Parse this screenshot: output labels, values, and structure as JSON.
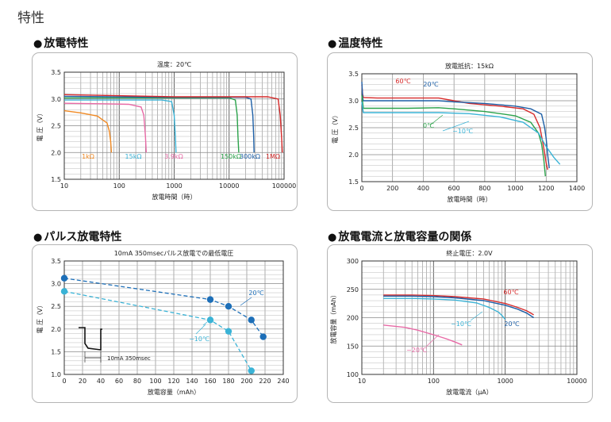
{
  "page_title": "特性",
  "sections": [
    {
      "bullet": "●",
      "title": "放電特性"
    },
    {
      "bullet": "●",
      "title": "温度特性"
    },
    {
      "bullet": "●",
      "title": "パルス放電特性"
    },
    {
      "bullet": "●",
      "title": "放電電流と放電容量の関係"
    }
  ],
  "chart_data": [
    {
      "type": "line",
      "title": "温度：20℃",
      "xlabel": "放電時間（時）",
      "ylabel": "電 圧（V）",
      "xscale": "log",
      "xlim": [
        10,
        100000
      ],
      "ylim": [
        1.5,
        3.5
      ],
      "x_ticks": [
        10,
        100,
        1000,
        10000,
        100000
      ],
      "x_tick_labels": [
        "10",
        "100",
        "1000",
        "10000",
        "100000"
      ],
      "y_ticks": [
        1.5,
        2.0,
        2.5,
        3.0,
        3.5
      ],
      "y_tick_labels": [
        "1.5",
        "2.0",
        "2.5",
        "3.0",
        "3.5"
      ],
      "grid": true,
      "series": [
        {
          "name": "1kΩ",
          "color": "#f08a24",
          "x": [
            10,
            20,
            40,
            60,
            66,
            70,
            72
          ],
          "y": [
            2.78,
            2.74,
            2.68,
            2.55,
            2.4,
            2.2,
            2.0
          ]
        },
        {
          "name": "3.9kΩ",
          "color": "#e86aa6",
          "x": [
            10,
            50,
            150,
            250,
            280,
            300,
            310
          ],
          "y": [
            2.92,
            2.91,
            2.9,
            2.85,
            2.7,
            2.3,
            2.0
          ]
        },
        {
          "name": "15kΩ",
          "color": "#3ab3d6",
          "x": [
            10,
            100,
            600,
            900,
            1000,
            1050,
            1080
          ],
          "y": [
            2.98,
            2.98,
            2.98,
            2.95,
            2.7,
            2.3,
            2.0
          ]
        },
        {
          "name": "150kΩ",
          "color": "#2aa24a",
          "x": [
            10,
            1000,
            10000,
            13000,
            14000,
            14500,
            15000
          ],
          "y": [
            3.02,
            3.02,
            3.02,
            2.98,
            2.7,
            2.3,
            2.0
          ]
        },
        {
          "name": "300kΩ",
          "color": "#1d5fa6",
          "x": [
            10,
            1000,
            20000,
            25000,
            27000,
            28000,
            28500
          ],
          "y": [
            3.05,
            3.03,
            3.03,
            3.0,
            2.7,
            2.3,
            2.0
          ]
        },
        {
          "name": "1MΩ",
          "color": "#d62b2b",
          "x": [
            10,
            1000,
            50000,
            78000,
            85000,
            90000,
            93000
          ],
          "y": [
            3.08,
            3.04,
            3.04,
            3.0,
            2.7,
            2.3,
            2.0
          ]
        }
      ]
    },
    {
      "type": "line",
      "title": "放電抵抗：15kΩ",
      "xlabel": "放電時間（時）",
      "ylabel": "電 圧（V）",
      "xlim": [
        0,
        1400
      ],
      "ylim": [
        1.5,
        3.5
      ],
      "x_ticks": [
        0,
        200,
        400,
        600,
        800,
        1000,
        1200,
        1400
      ],
      "x_tick_labels": [
        "0",
        "200",
        "400",
        "600",
        "800",
        "1000",
        "1200",
        "1400"
      ],
      "y_ticks": [
        1.5,
        2.0,
        2.5,
        3.0,
        3.5
      ],
      "y_tick_labels": [
        "1.5",
        "2.0",
        "2.5",
        "3.0",
        "3.5"
      ],
      "grid": true,
      "series": [
        {
          "name": "60℃",
          "color": "#d62b2b",
          "x": [
            0,
            5,
            10,
            100,
            300,
            500,
            600,
            700,
            900,
            1050,
            1120,
            1160,
            1180,
            1200,
            1210
          ],
          "y": [
            3.3,
            3.12,
            3.06,
            3.05,
            3.05,
            3.05,
            3.0,
            2.95,
            2.9,
            2.85,
            2.75,
            2.5,
            2.2,
            1.85,
            1.72
          ]
        },
        {
          "name": "20℃",
          "color": "#1d5fa6",
          "x": [
            0,
            5,
            10,
            100,
            300,
            500,
            600,
            800,
            1000,
            1100,
            1170,
            1190,
            1200,
            1210,
            1220
          ],
          "y": [
            3.35,
            3.05,
            3.0,
            3.0,
            3.0,
            3.0,
            2.98,
            2.95,
            2.9,
            2.85,
            2.75,
            2.5,
            2.3,
            2.0,
            1.75
          ]
        },
        {
          "name": "0℃",
          "color": "#2aa24a",
          "x": [
            0,
            10,
            100,
            300,
            500,
            600,
            800,
            1000,
            1100,
            1150,
            1170,
            1185,
            1195
          ],
          "y": [
            3.1,
            2.86,
            2.86,
            2.86,
            2.87,
            2.85,
            2.8,
            2.72,
            2.6,
            2.4,
            2.2,
            1.9,
            1.6
          ]
        },
        {
          "name": "−10℃",
          "color": "#3ab3d6",
          "x": [
            0,
            10,
            100,
            300,
            500,
            700,
            900,
            1050,
            1150,
            1200,
            1250,
            1290
          ],
          "y": [
            2.98,
            2.78,
            2.78,
            2.78,
            2.78,
            2.76,
            2.7,
            2.6,
            2.4,
            2.15,
            1.95,
            1.82
          ]
        }
      ]
    },
    {
      "type": "scatter",
      "title": "10mA 350msecパルス放電での最低電圧",
      "xlabel": "放電容量（mAh）",
      "ylabel": "電 圧（V）",
      "xlim": [
        0,
        240
      ],
      "ylim": [
        1.0,
        3.5
      ],
      "x_ticks": [
        0,
        20,
        40,
        60,
        80,
        100,
        120,
        140,
        160,
        180,
        200,
        220,
        240
      ],
      "x_tick_labels": [
        "0",
        "20",
        "40",
        "60",
        "80",
        "100",
        "120",
        "140",
        "160",
        "180",
        "200",
        "220",
        "240"
      ],
      "y_ticks": [
        1.0,
        1.5,
        2.0,
        2.5,
        3.0,
        3.5
      ],
      "y_tick_labels": [
        "1.0",
        "1.5",
        "2.0",
        "2.5",
        "3.0",
        "3.5"
      ],
      "grid": true,
      "inset_label": "10mA 350msec",
      "series": [
        {
          "name": "20℃",
          "color": "#1d6fb8",
          "x": [
            0,
            160,
            180,
            205,
            218
          ],
          "y": [
            3.12,
            2.65,
            2.5,
            2.2,
            1.83
          ]
        },
        {
          "name": "−10℃",
          "color": "#3ab3d6",
          "x": [
            0,
            160,
            180,
            205
          ],
          "y": [
            2.83,
            2.2,
            1.95,
            1.08
          ]
        }
      ]
    },
    {
      "type": "line",
      "title": "終止電圧：2.0V",
      "xlabel": "放電電流（μA）",
      "ylabel": "放電容量（mAh）",
      "xscale": "log",
      "xlim": [
        10,
        10000
      ],
      "ylim": [
        100,
        300
      ],
      "x_ticks": [
        10,
        100,
        1000,
        10000
      ],
      "x_tick_labels": [
        "10",
        "100",
        "1000",
        "10000"
      ],
      "y_ticks": [
        100,
        150,
        200,
        250,
        300
      ],
      "y_tick_labels": [
        "100",
        "150",
        "200",
        "250",
        "300"
      ],
      "grid": true,
      "series": [
        {
          "name": "60℃",
          "color": "#d62b2b",
          "x": [
            20,
            50,
            100,
            200,
            500,
            1000,
            1500,
            2000,
            2500
          ],
          "y": [
            240,
            240,
            239,
            237,
            233,
            225,
            218,
            212,
            205
          ]
        },
        {
          "name": "20℃",
          "color": "#1d5fa6",
          "x": [
            20,
            50,
            100,
            200,
            500,
            1000,
            1500,
            2000,
            2500
          ],
          "y": [
            238,
            238,
            237,
            235,
            230,
            222,
            215,
            208,
            200
          ]
        },
        {
          "name": "−10℃",
          "color": "#3ab3d6",
          "x": [
            20,
            50,
            100,
            200,
            400,
            600,
            800,
            900,
            1000
          ],
          "y": [
            234,
            234,
            233,
            231,
            226,
            218,
            210,
            204,
            197
          ]
        },
        {
          "name": "−20℃",
          "color": "#e86aa6",
          "x": [
            20,
            40,
            60,
            100,
            150,
            200,
            250
          ],
          "y": [
            187,
            183,
            178,
            170,
            163,
            157,
            152
          ]
        }
      ]
    }
  ]
}
